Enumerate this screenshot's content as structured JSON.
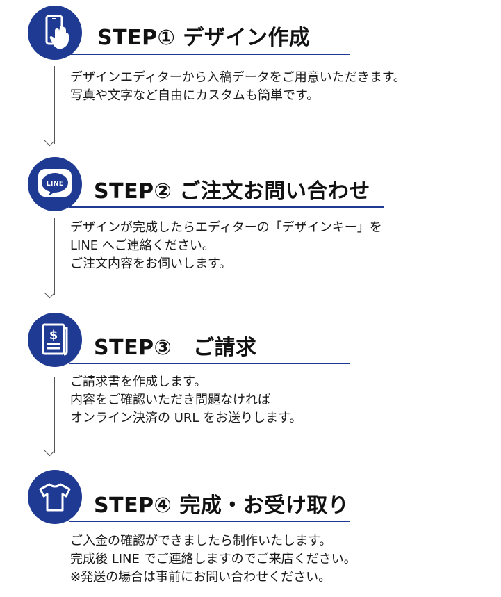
{
  "steps": [
    {
      "title": "STEP① デザイン作成",
      "icon": "smartphone-hand-icon",
      "lines": [
        "デザインエディターから入稿データをご用意いただきます。",
        "写真や文字など自由にカスタムも簡単です。"
      ]
    },
    {
      "title": "STEP② ご注文お問い合わせ",
      "icon": "line-chat-icon",
      "icon_text": "LINE",
      "lines": [
        "デザインが完成したらエディターの「デザインキー」を",
        "LINE へご連絡ください。",
        "ご注文内容をお伺いします。"
      ]
    },
    {
      "title": "STEP③　ご請求",
      "icon": "invoice-dollar-icon",
      "lines": [
        "ご請求書を作成します。",
        "内容をご確認いただき問題なければ",
        "オンライン決済の URL をお送りします。"
      ]
    },
    {
      "title": "STEP④ 完成・お受け取り",
      "icon": "tshirt-icon",
      "lines": [
        "ご入金の確認ができましたら制作いたします。",
        "完成後 LINE でご連絡しますのでご来店ください。",
        "※発送の場合は事前にお問い合わせください。"
      ]
    }
  ],
  "colors": {
    "accent": "#1f3a93",
    "text": "#1a1a1a",
    "flow_line": "#555555"
  }
}
